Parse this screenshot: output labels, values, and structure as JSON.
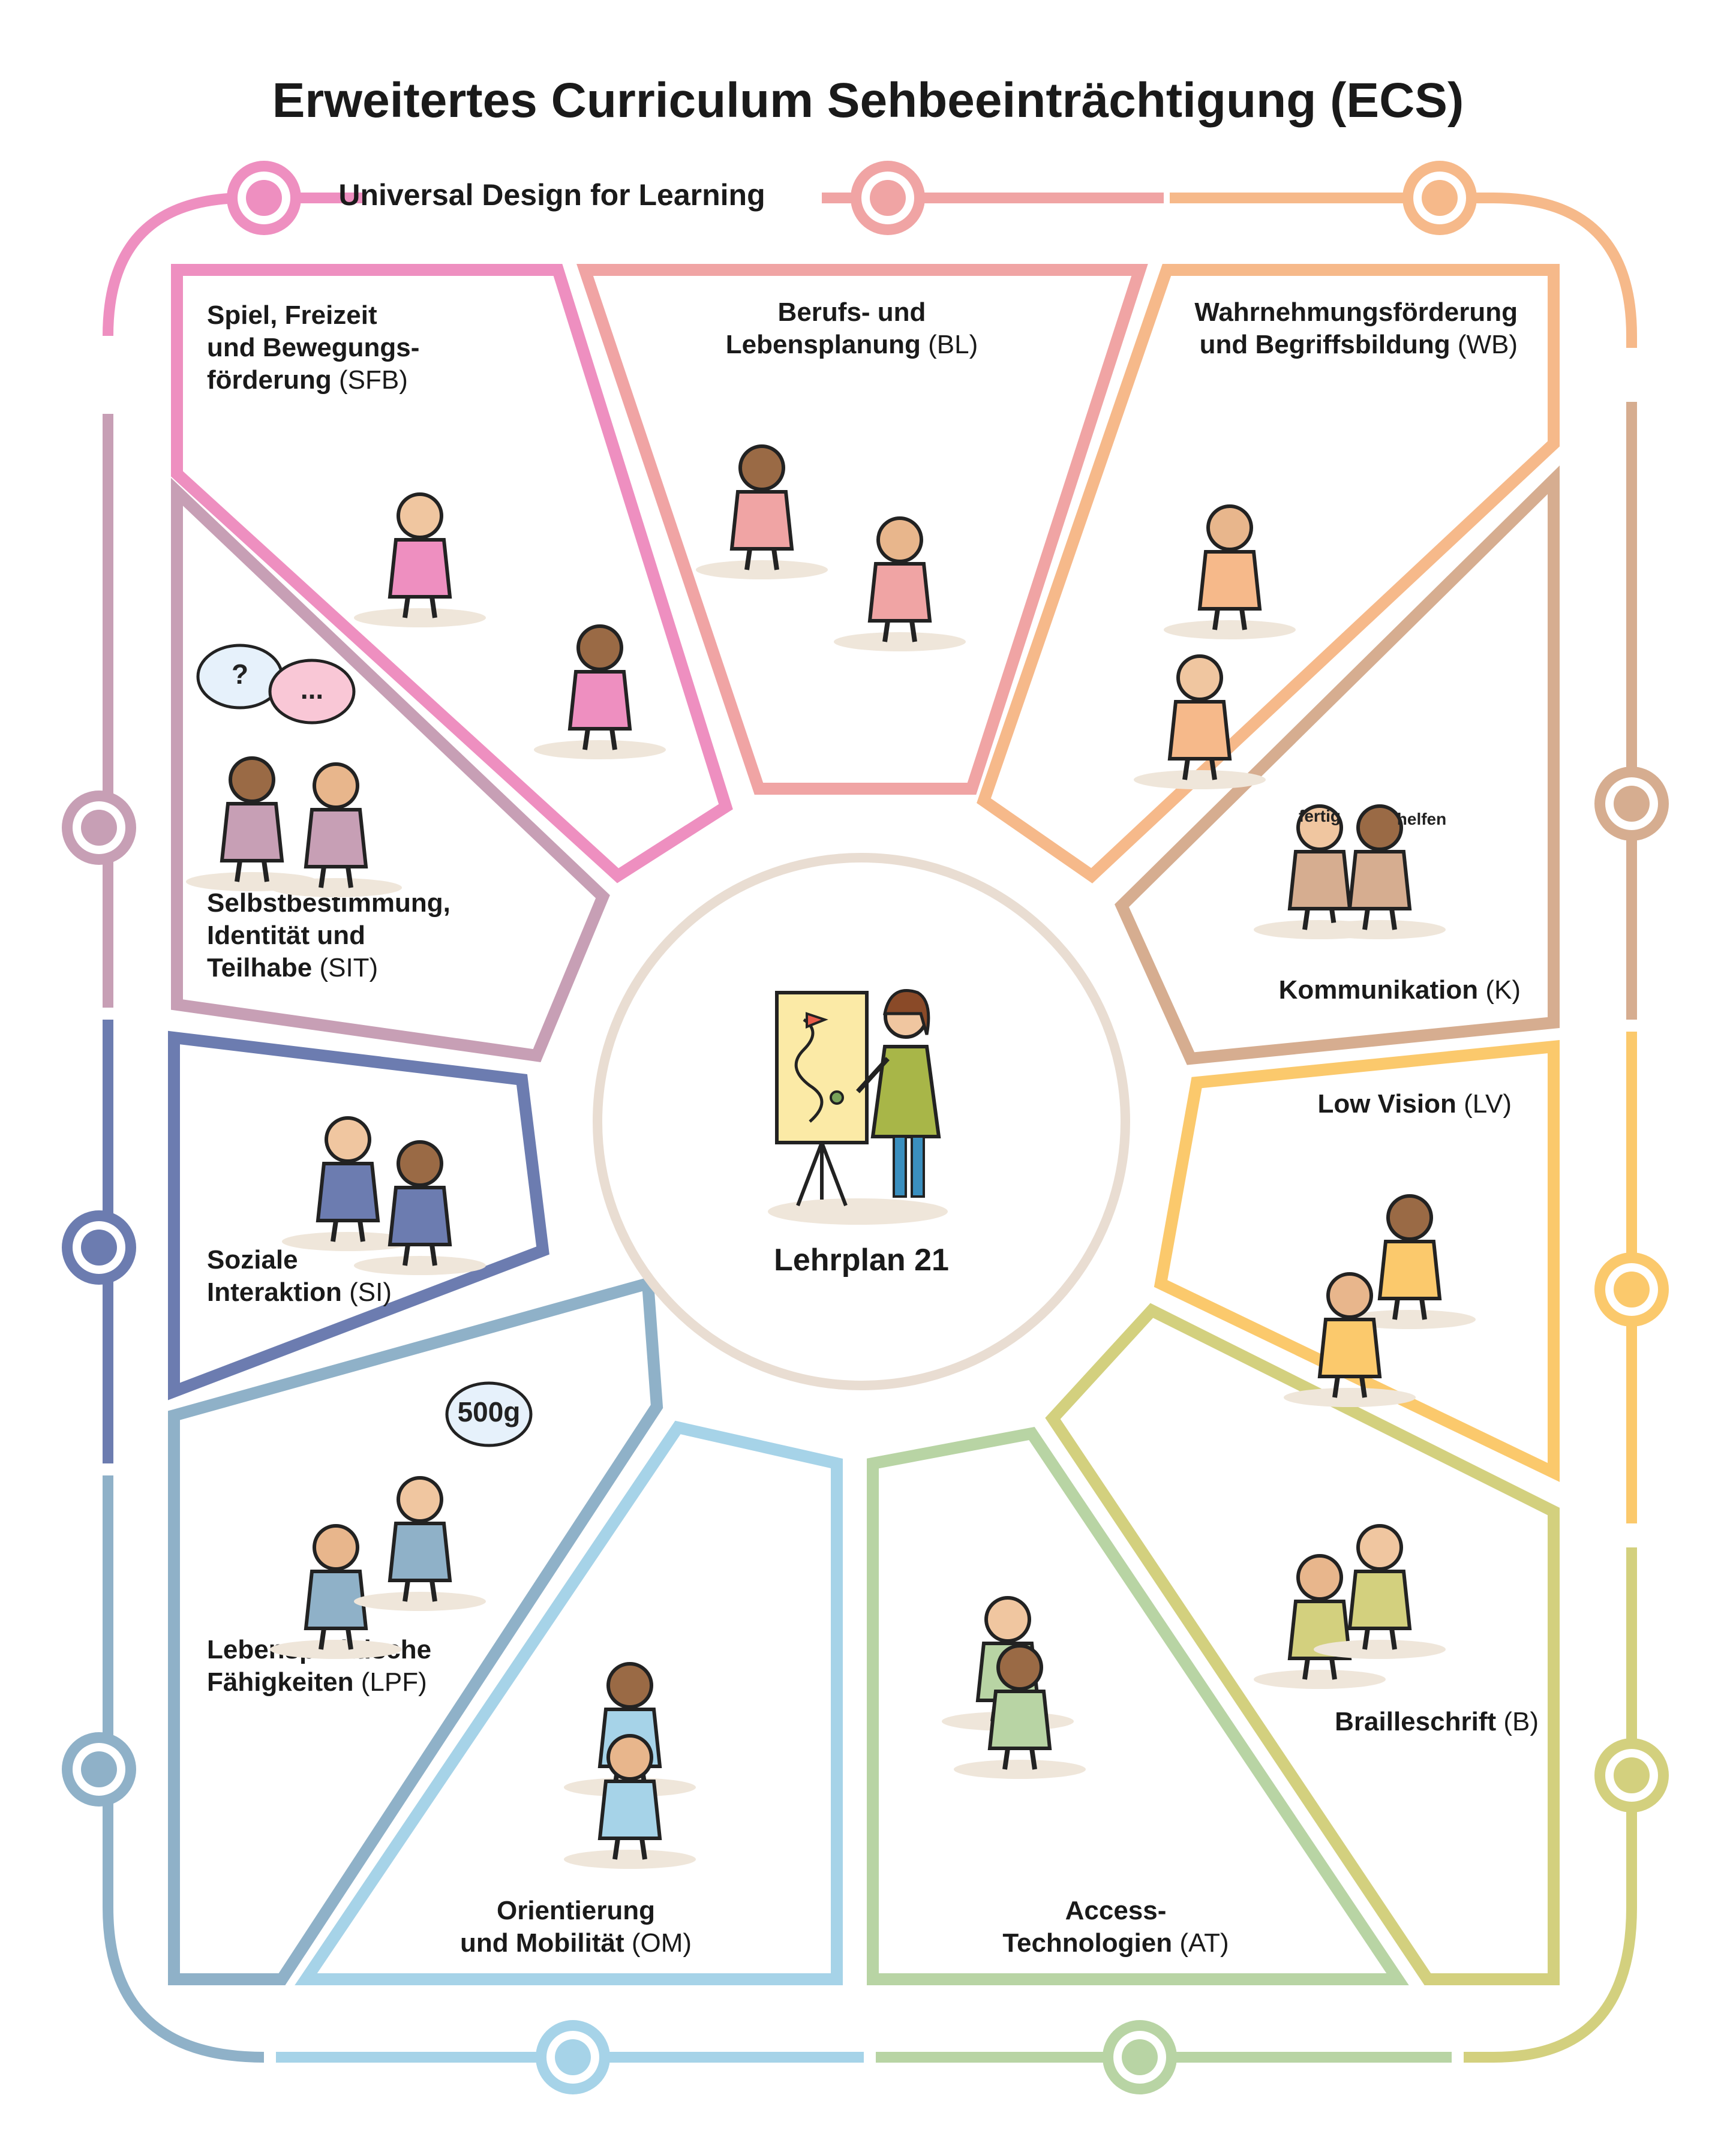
{
  "title": "Erweitertes Curriculum Sehbeeinträchtigung (ECS)",
  "frame_label": "Universal Design for Learning",
  "center": {
    "label": "Lehrplan 21",
    "ring_color": "#e9ddd2"
  },
  "segments": [
    {
      "id": "sfb",
      "color": "#ee8fc0",
      "lines": [
        {
          "b": "Spiel, Freizeit"
        },
        {
          "b": "und Bewegungs-"
        },
        {
          "b": "förderung",
          "n": " (SFB)"
        }
      ],
      "image": "football-and-chess-scene"
    },
    {
      "id": "bl",
      "color": "#f0a4a4",
      "lines": [
        {
          "b": "Berufs- und"
        },
        {
          "b": "Lebensplanung",
          "n": " (BL)"
        }
      ],
      "image": "career-path-scene"
    },
    {
      "id": "wb",
      "color": "#f6b98a",
      "lines": [
        {
          "b": "Wahrnehmungsförderung"
        },
        {
          "b": "und Begriffsbildung",
          "n": " (WB)"
        }
      ],
      "image": "tactile-exploration-scene"
    },
    {
      "id": "k",
      "color": "#d6ad90",
      "lines": [
        {
          "b": "Kommunikation",
          "n": " (K)"
        }
      ],
      "image": "communication-table-scene",
      "words": [
        "fertig",
        "helfen"
      ]
    },
    {
      "id": "lv",
      "color": "#fbc96c",
      "lines": [
        {
          "b": "Low Vision",
          "n": " (LV)"
        }
      ],
      "image": "low-vision-scene"
    },
    {
      "id": "b",
      "color": "#d3d07e",
      "lines": [
        {
          "b": "Brailleschrift",
          "n": " (B)"
        }
      ],
      "image": "braille-reading-scene"
    },
    {
      "id": "at",
      "color": "#b8d4a4",
      "lines": [
        {
          "b": "Access-"
        },
        {
          "b": "Technologien",
          "n": " (AT)"
        }
      ],
      "image": "computer-scene"
    },
    {
      "id": "om",
      "color": "#a6d3e8",
      "lines": [
        {
          "b": "Orientierung"
        },
        {
          "b": "und Mobilität",
          "n": " (OM)"
        }
      ],
      "image": "white-cane-scene"
    },
    {
      "id": "lpf",
      "color": "#8fb1c8",
      "lines": [
        {
          "b": "Lebenspraktische"
        },
        {
          "b": "Fähigkeiten",
          "n": " (LPF)"
        }
      ],
      "image": "kitchen-scale-scene",
      "words": [
        "500g"
      ]
    },
    {
      "id": "si",
      "color": "#6c7cb0",
      "lines": [
        {
          "b": "Soziale"
        },
        {
          "b": "Interaktion",
          "n": " (SI)"
        }
      ],
      "image": "social-interaction-scene"
    },
    {
      "id": "sit",
      "color": "#c79fb5",
      "lines": [
        {
          "b": "Selbstbestimmung,"
        },
        {
          "b": "Identität und"
        },
        {
          "b": "Teilhabe",
          "n": " (SIT)"
        }
      ],
      "image": "self-determination-scene",
      "words": [
        "?",
        "..."
      ]
    }
  ],
  "frame_colors": {
    "top_left": "#ee8fc0",
    "top_mid": "#f0a4a4",
    "top_right": "#f6b98a",
    "right_upper": "#d6ad90",
    "right_mid": "#fbc96c",
    "right_lower": "#d3d07e",
    "bottom_right": "#b8d4a4",
    "bottom_left": "#a6d3e8",
    "left_lower": "#8fb1c8",
    "left_mid": "#6c7cb0",
    "left_upper": "#c79fb5"
  }
}
